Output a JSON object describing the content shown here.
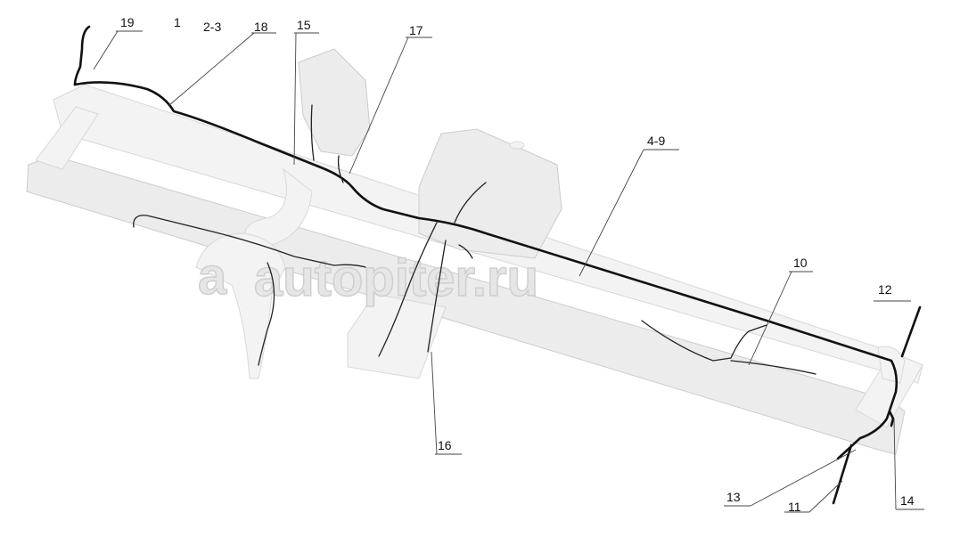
{
  "diagram": {
    "watermark": "autopiter.ru",
    "watermark_symbol": "a",
    "callouts": [
      {
        "id": "c19",
        "text": "19"
      },
      {
        "id": "c1",
        "text": "1"
      },
      {
        "id": "c2-3",
        "text": "2-3"
      },
      {
        "id": "c18",
        "text": "18"
      },
      {
        "id": "c15",
        "text": "15"
      },
      {
        "id": "c17",
        "text": "17"
      },
      {
        "id": "c4-9",
        "text": "4-9"
      },
      {
        "id": "c10",
        "text": "10"
      },
      {
        "id": "c12",
        "text": "12"
      },
      {
        "id": "c16",
        "text": "16"
      },
      {
        "id": "c13",
        "text": "13"
      },
      {
        "id": "c11",
        "text": "11"
      },
      {
        "id": "c14",
        "text": "14"
      }
    ]
  }
}
